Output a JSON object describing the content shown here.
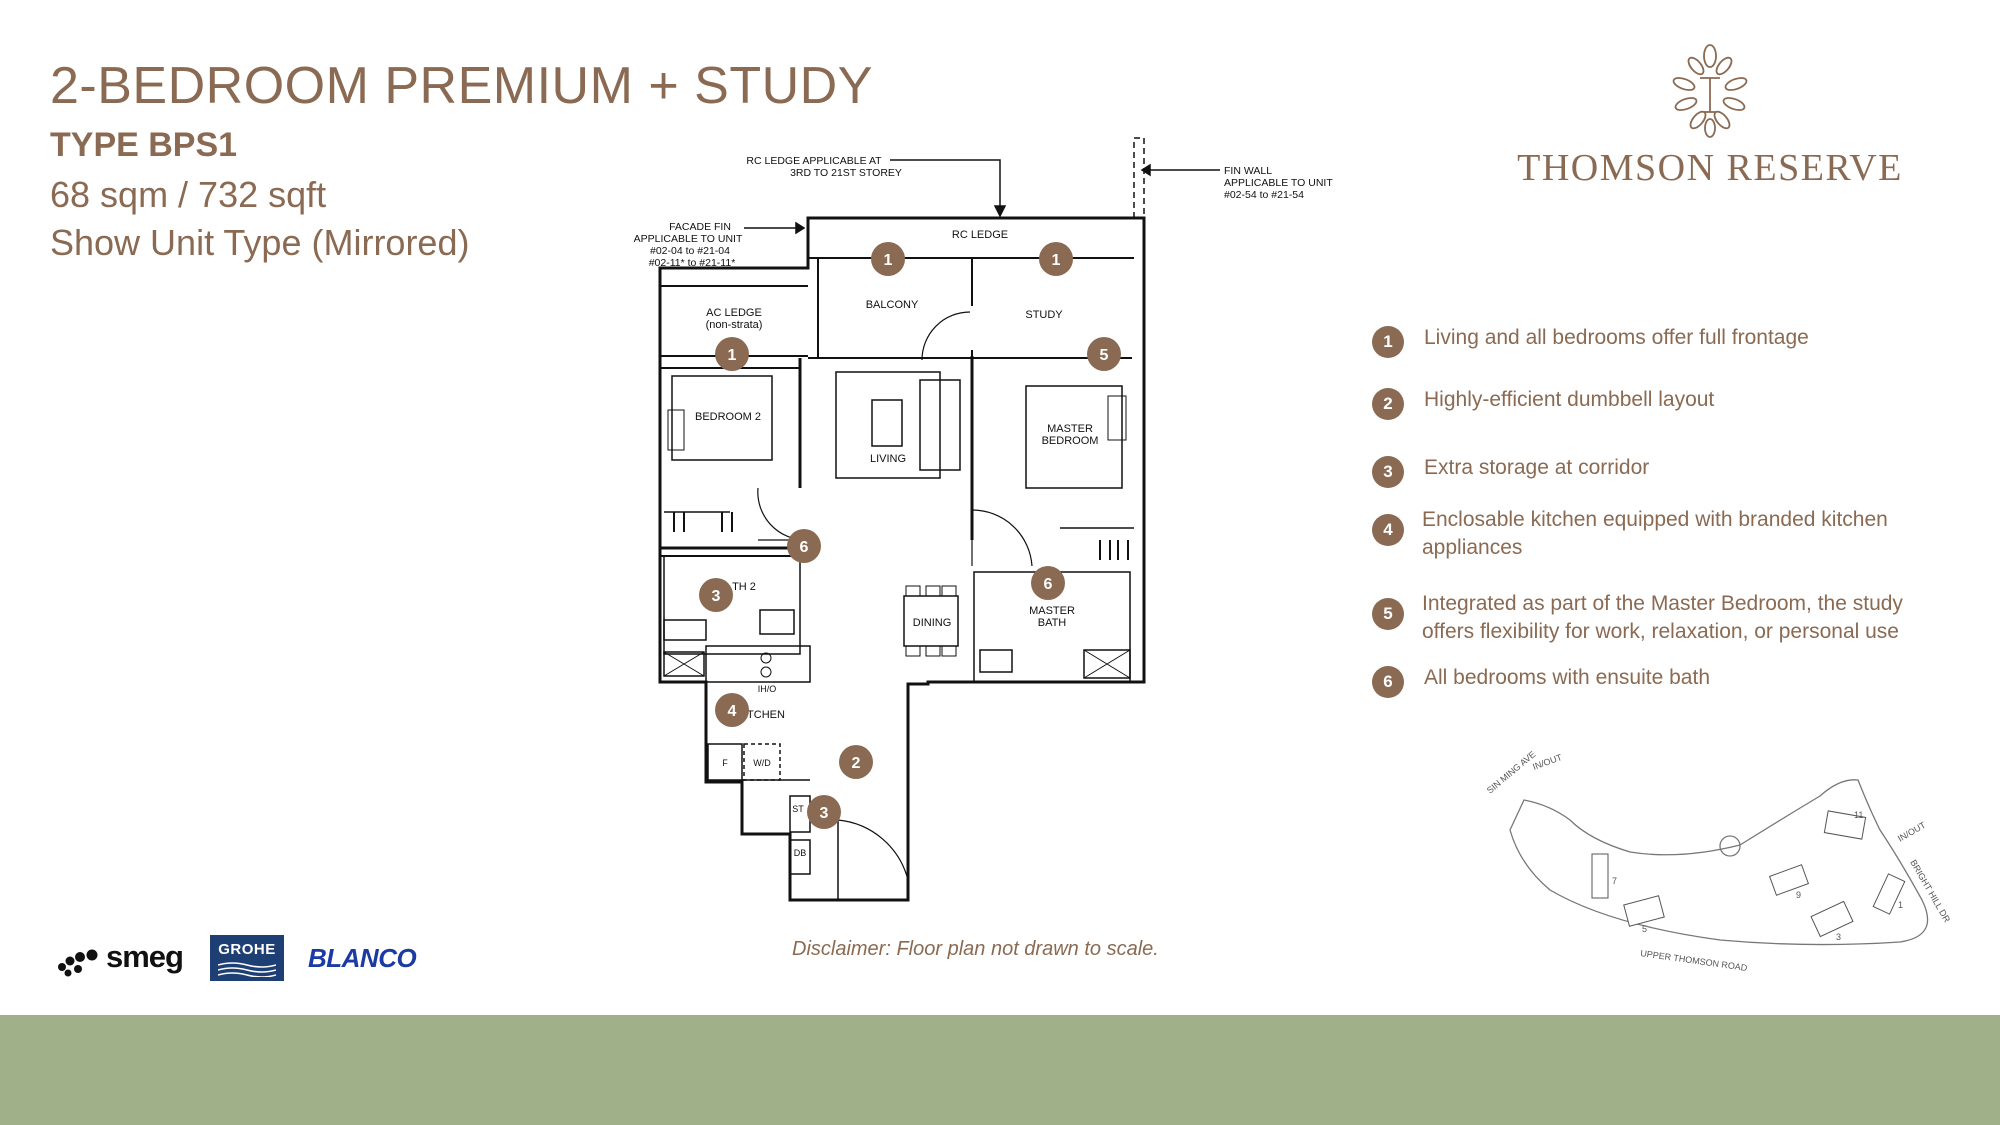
{
  "header": {
    "title": "2-BEDROOM PREMIUM + STUDY",
    "type": "TYPE BPS1",
    "area": "68 sqm / 732 sqft",
    "show_unit": "Show Unit Type (Mirrored)"
  },
  "brand": {
    "name": "THOMSON RESERVE"
  },
  "features": [
    {
      "num": "1",
      "text": "Living and all bedrooms offer full frontage"
    },
    {
      "num": "2",
      "text": "Highly-efficient dumbbell layout"
    },
    {
      "num": "3",
      "text": "Extra storage at corridor"
    },
    {
      "num": "4",
      "text": "Enclosable kitchen equipped with branded kitchen appliances"
    },
    {
      "num": "5",
      "text": "Integrated as part of the Master Bedroom, the study offers flexibility for work, relaxation, or personal use"
    },
    {
      "num": "6",
      "text": "All bedrooms with ensuite bath"
    }
  ],
  "floorplan": {
    "notes": {
      "rc_ledge_applicable_l1": "RC LEDGE APPLICABLE AT",
      "rc_ledge_applicable_l2": "3RD TO 21ST STOREY",
      "fin_wall_l1": "FIN WALL",
      "fin_wall_l2": "APPLICABLE TO UNIT",
      "fin_wall_l3": "#02-54 to #21-54",
      "facade_fin_l1": "FACADE FIN",
      "facade_fin_l2": "APPLICABLE TO UNIT",
      "facade_fin_l3": "#02-04 to #21-04",
      "facade_fin_l4": "#02-11* to #21-11*"
    },
    "rooms": {
      "rc_ledge": "RC LEDGE",
      "ac_ledge_l1": "AC LEDGE",
      "ac_ledge_l2": "(non-strata)",
      "balcony": "BALCONY",
      "study": "STUDY",
      "bedroom2": "BEDROOM 2",
      "living": "LIVING",
      "master_l1": "MASTER",
      "master_l2": "BEDROOM",
      "bath2": "TH 2",
      "dining": "DINING",
      "master_bath_l1": "MASTER",
      "master_bath_l2": "BATH",
      "ih_o": "IH/O",
      "kitchen": "TCHEN",
      "fridge": "F",
      "wd": "W/D",
      "st": "ST",
      "db": "DB"
    },
    "markers": [
      "1",
      "1",
      "1",
      "5",
      "6",
      "3",
      "6",
      "4",
      "2",
      "3"
    ]
  },
  "keyplan": {
    "road_top": "SIN MING AVE",
    "in_out_1": "IN/OUT",
    "in_out_2": "IN/OUT",
    "road_right": "BRIGHT HILL DR",
    "road_bottom": "UPPER THOMSON ROAD",
    "blocks": [
      "11",
      "7",
      "9",
      "5",
      "3",
      "1"
    ]
  },
  "disclaimer": "Disclaimer: Floor plan not drawn to scale.",
  "logos": {
    "smeg": "smeg",
    "grohe": "GROHE",
    "blanco": "BLANCO"
  },
  "colors": {
    "accent": "#8a6a52",
    "footer": "#a0b088",
    "grohe_bg": "#1e3f74",
    "blanco": "#1c3aa3"
  }
}
